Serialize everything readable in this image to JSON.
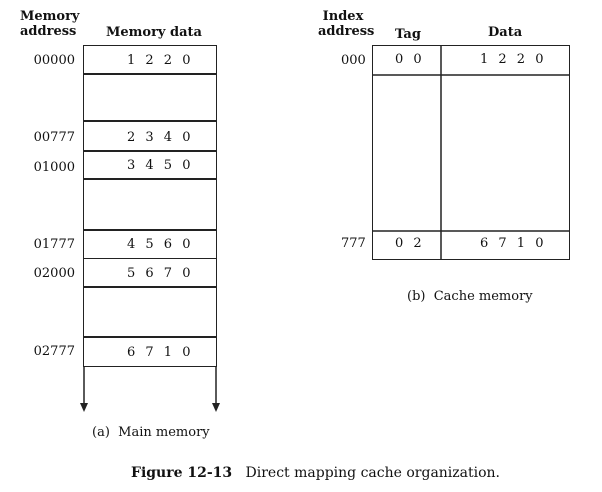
{
  "main_memory": {
    "header_address": "Memory\naddress",
    "header_address_l1": "Memory",
    "header_address_l2": "address",
    "header_data": "Memory data",
    "rows": [
      {
        "address": "00000",
        "data": "1220"
      },
      {
        "address": "00777",
        "data": "2340"
      },
      {
        "address": "01000",
        "data": "3450"
      },
      {
        "address": "01777",
        "data": "4560"
      },
      {
        "address": "02000",
        "data": "5670"
      },
      {
        "address": "02777",
        "data": "6710"
      }
    ],
    "caption_label": "(a)",
    "caption_text": "Main memory"
  },
  "cache_memory": {
    "header_index_l1": "Index",
    "header_index_l2": "address",
    "header_tag": "Tag",
    "header_data": "Data",
    "rows": [
      {
        "index": "000",
        "tag": "00",
        "data": "1220"
      },
      {
        "index": "777",
        "tag": "02",
        "data": "6710"
      }
    ],
    "caption_label": "(b)",
    "caption_text": "Cache memory"
  },
  "figure": {
    "label": "Figure 12-13",
    "title": "Direct mapping cache organization."
  }
}
